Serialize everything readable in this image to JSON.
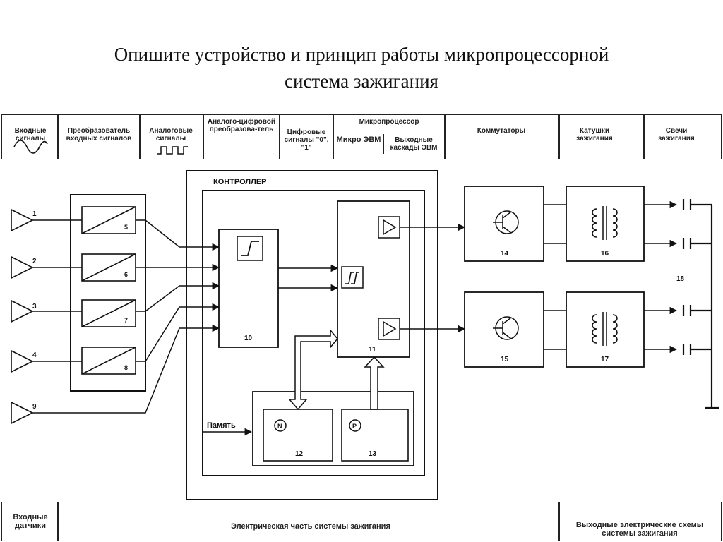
{
  "title_line1": "Опишите устройство и принцип работы микропроцессорной",
  "title_line2": "система зажигания",
  "header": {
    "input_signals": "Входные сигналы",
    "input_converter": "Преобразователь входных сигналов",
    "analog_signals": "Аналоговые сигналы",
    "adc": "Аналого-цифровой преобразова-тель",
    "digital_signals": "Цифровые сигналы \"0\", \"1\"",
    "microprocessor": "Микропроцессор",
    "micro_computer": "Микро ЭВМ",
    "output_stages": "Выходные каскады ЭВМ",
    "commutators": "Коммутаторы",
    "ignition_coils": "Катушки зажигания",
    "spark_plugs": "Свечи зажигания"
  },
  "footer": {
    "input_sensors": "Входные датчики",
    "electric_part": "Электрическая часть системы зажигания",
    "output_circuits": "Выходные электрические схемы системы зажигания"
  },
  "diagram": {
    "controller_label": "КОНТРОЛЛЕР",
    "memory_label": "Память",
    "sensor_labels": [
      "1",
      "2",
      "3",
      "4",
      "9"
    ],
    "converter_labels": [
      "5",
      "6",
      "7",
      "8"
    ],
    "block_10": "10",
    "block_11": "11",
    "block_12": "12",
    "block_13": "13",
    "block_14": "14",
    "block_15": "15",
    "block_16": "16",
    "block_17": "17",
    "block_18": "18",
    "memory_n": "N",
    "memory_p": "P"
  }
}
